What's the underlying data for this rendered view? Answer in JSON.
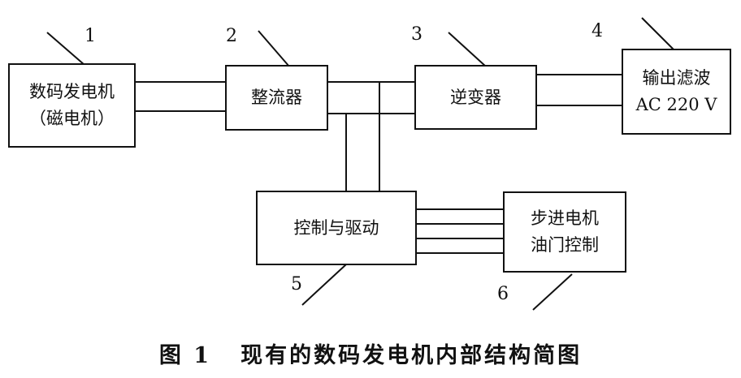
{
  "blocks": {
    "generator": {
      "number": "1",
      "lines": [
        "数码发电机",
        "（磁电机）"
      ]
    },
    "rectifier": {
      "number": "2",
      "lines": [
        "整流器"
      ]
    },
    "inverter": {
      "number": "3",
      "lines": [
        "逆变器"
      ]
    },
    "output": {
      "number": "4",
      "lines": [
        "输出滤波",
        "AC 220 V"
      ]
    },
    "control": {
      "number": "5",
      "lines": [
        "控制与驱动"
      ]
    },
    "stepper": {
      "number": "6",
      "lines": [
        "步进电机",
        "油门控制"
      ]
    }
  },
  "caption": {
    "label": "图 1",
    "title": "现有的数码发电机内部结构简图"
  }
}
